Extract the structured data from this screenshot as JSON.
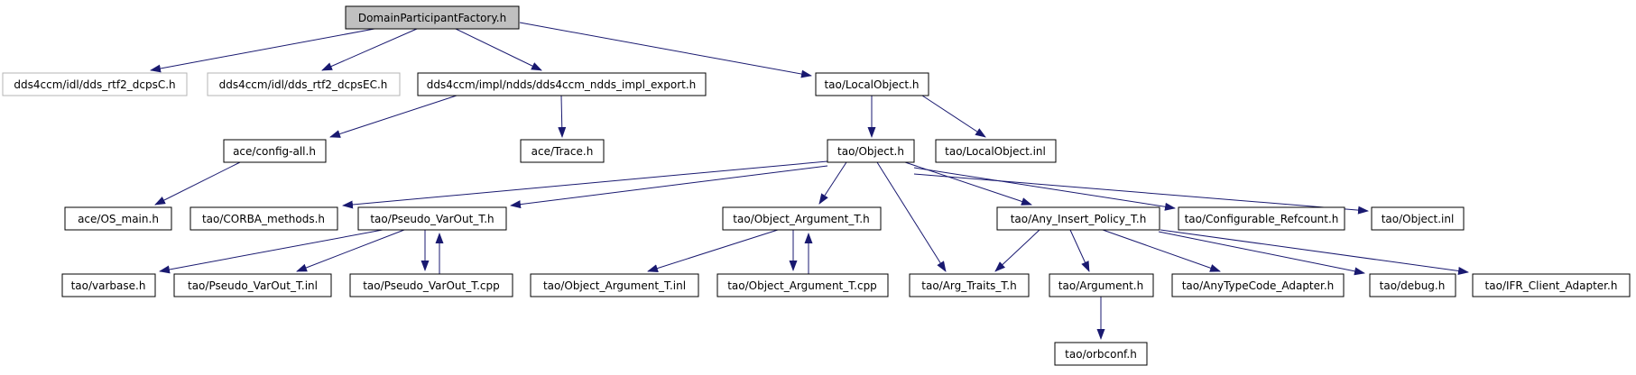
{
  "diagram": {
    "type": "include-dependency-graph",
    "root": "DomainParticipantFactory.h",
    "colors": {
      "background": "#ffffff",
      "edge": "#191970",
      "node_border": "#000000",
      "root_fill": "#c0c0c0",
      "unlinked_border": "#b4b4b4",
      "text": "#000000"
    },
    "nodes": [
      {
        "id": "root",
        "label": "DomainParticipantFactory.h"
      },
      {
        "id": "dcpsC",
        "label": "dds4ccm/idl/dds_rtf2_dcpsC.h"
      },
      {
        "id": "dcpsEC",
        "label": "dds4ccm/idl/dds_rtf2_dcpsEC.h"
      },
      {
        "id": "implexport",
        "label": "dds4ccm/impl/ndds/dds4ccm_ndds_impl_export.h"
      },
      {
        "id": "localobj",
        "label": "tao/LocalObject.h"
      },
      {
        "id": "configall",
        "label": "ace/config-all.h"
      },
      {
        "id": "trace",
        "label": "ace/Trace.h"
      },
      {
        "id": "object",
        "label": "tao/Object.h"
      },
      {
        "id": "localobjinl",
        "label": "tao/LocalObject.inl"
      },
      {
        "id": "osmain",
        "label": "ace/OS_main.h"
      },
      {
        "id": "corbameth",
        "label": "tao/CORBA_methods.h"
      },
      {
        "id": "pvoh",
        "label": "tao/Pseudo_VarOut_T.h"
      },
      {
        "id": "oath",
        "label": "tao/Object_Argument_T.h"
      },
      {
        "id": "anyinsert",
        "label": "tao/Any_Insert_Policy_T.h"
      },
      {
        "id": "confref",
        "label": "tao/Configurable_Refcount.h"
      },
      {
        "id": "objinl",
        "label": "tao/Object.inl"
      },
      {
        "id": "varbase",
        "label": "tao/varbase.h"
      },
      {
        "id": "pvoinl",
        "label": "tao/Pseudo_VarOut_T.inl"
      },
      {
        "id": "pvocpp",
        "label": "tao/Pseudo_VarOut_T.cpp"
      },
      {
        "id": "oatinl",
        "label": "tao/Object_Argument_T.inl"
      },
      {
        "id": "oatcpp",
        "label": "tao/Object_Argument_T.cpp"
      },
      {
        "id": "argtraits",
        "label": "tao/Arg_Traits_T.h"
      },
      {
        "id": "argument",
        "label": "tao/Argument.h"
      },
      {
        "id": "anytc",
        "label": "tao/AnyTypeCode_Adapter.h"
      },
      {
        "id": "debug",
        "label": "tao/debug.h"
      },
      {
        "id": "ifr",
        "label": "tao/IFR_Client_Adapter.h"
      },
      {
        "id": "orbconf",
        "label": "tao/orbconf.h"
      }
    ],
    "edges": [
      {
        "from": "DomainParticipantFactory.h",
        "to": "dds4ccm/idl/dds_rtf2_dcpsC.h"
      },
      {
        "from": "DomainParticipantFactory.h",
        "to": "dds4ccm/idl/dds_rtf2_dcpsEC.h"
      },
      {
        "from": "DomainParticipantFactory.h",
        "to": "dds4ccm/impl/ndds/dds4ccm_ndds_impl_export.h"
      },
      {
        "from": "DomainParticipantFactory.h",
        "to": "tao/LocalObject.h"
      },
      {
        "from": "dds4ccm/impl/ndds/dds4ccm_ndds_impl_export.h",
        "to": "ace/config-all.h"
      },
      {
        "from": "dds4ccm/impl/ndds/dds4ccm_ndds_impl_export.h",
        "to": "ace/Trace.h"
      },
      {
        "from": "tao/LocalObject.h",
        "to": "tao/Object.h"
      },
      {
        "from": "tao/LocalObject.h",
        "to": "tao/LocalObject.inl"
      },
      {
        "from": "ace/config-all.h",
        "to": "ace/OS_main.h"
      },
      {
        "from": "tao/Object.h",
        "to": "tao/CORBA_methods.h"
      },
      {
        "from": "tao/Object.h",
        "to": "tao/Pseudo_VarOut_T.h"
      },
      {
        "from": "tao/Object.h",
        "to": "tao/Object_Argument_T.h"
      },
      {
        "from": "tao/Object.h",
        "to": "tao/Arg_Traits_T.h"
      },
      {
        "from": "tao/Object.h",
        "to": "tao/Any_Insert_Policy_T.h"
      },
      {
        "from": "tao/Object.h",
        "to": "tao/Configurable_Refcount.h"
      },
      {
        "from": "tao/Object.h",
        "to": "tao/Object.inl"
      },
      {
        "from": "tao/Pseudo_VarOut_T.h",
        "to": "tao/varbase.h"
      },
      {
        "from": "tao/Pseudo_VarOut_T.h",
        "to": "tao/Pseudo_VarOut_T.inl"
      },
      {
        "from": "tao/Pseudo_VarOut_T.h",
        "to": "tao/Pseudo_VarOut_T.cpp"
      },
      {
        "from": "tao/Pseudo_VarOut_T.cpp",
        "to": "tao/Pseudo_VarOut_T.h"
      },
      {
        "from": "tao/Object_Argument_T.h",
        "to": "tao/Object_Argument_T.inl"
      },
      {
        "from": "tao/Object_Argument_T.h",
        "to": "tao/Object_Argument_T.cpp"
      },
      {
        "from": "tao/Object_Argument_T.cpp",
        "to": "tao/Object_Argument_T.h"
      },
      {
        "from": "tao/Any_Insert_Policy_T.h",
        "to": "tao/Arg_Traits_T.h"
      },
      {
        "from": "tao/Any_Insert_Policy_T.h",
        "to": "tao/Argument.h"
      },
      {
        "from": "tao/Any_Insert_Policy_T.h",
        "to": "tao/AnyTypeCode_Adapter.h"
      },
      {
        "from": "tao/Any_Insert_Policy_T.h",
        "to": "tao/debug.h"
      },
      {
        "from": "tao/Any_Insert_Policy_T.h",
        "to": "tao/IFR_Client_Adapter.h"
      },
      {
        "from": "tao/Argument.h",
        "to": "tao/orbconf.h"
      }
    ]
  }
}
